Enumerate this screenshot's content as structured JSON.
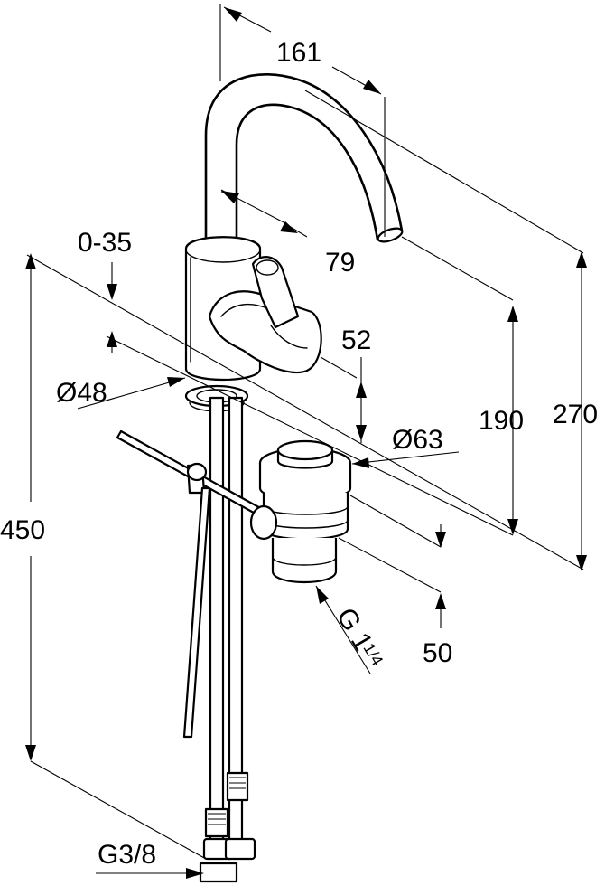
{
  "dimensions": {
    "spout_reach": "161",
    "spout_offset": "79",
    "deck_thickness": "0-35",
    "handle_projection": "52",
    "base_diameter": "Ø48",
    "waste_diameter": "Ø63",
    "spout_height": "190",
    "total_height": "270",
    "hose_length": "450",
    "waste_depth": "50",
    "waste_thread_main": "G 1",
    "waste_thread_fraction": "1/4",
    "supply_thread": "G3/8"
  }
}
